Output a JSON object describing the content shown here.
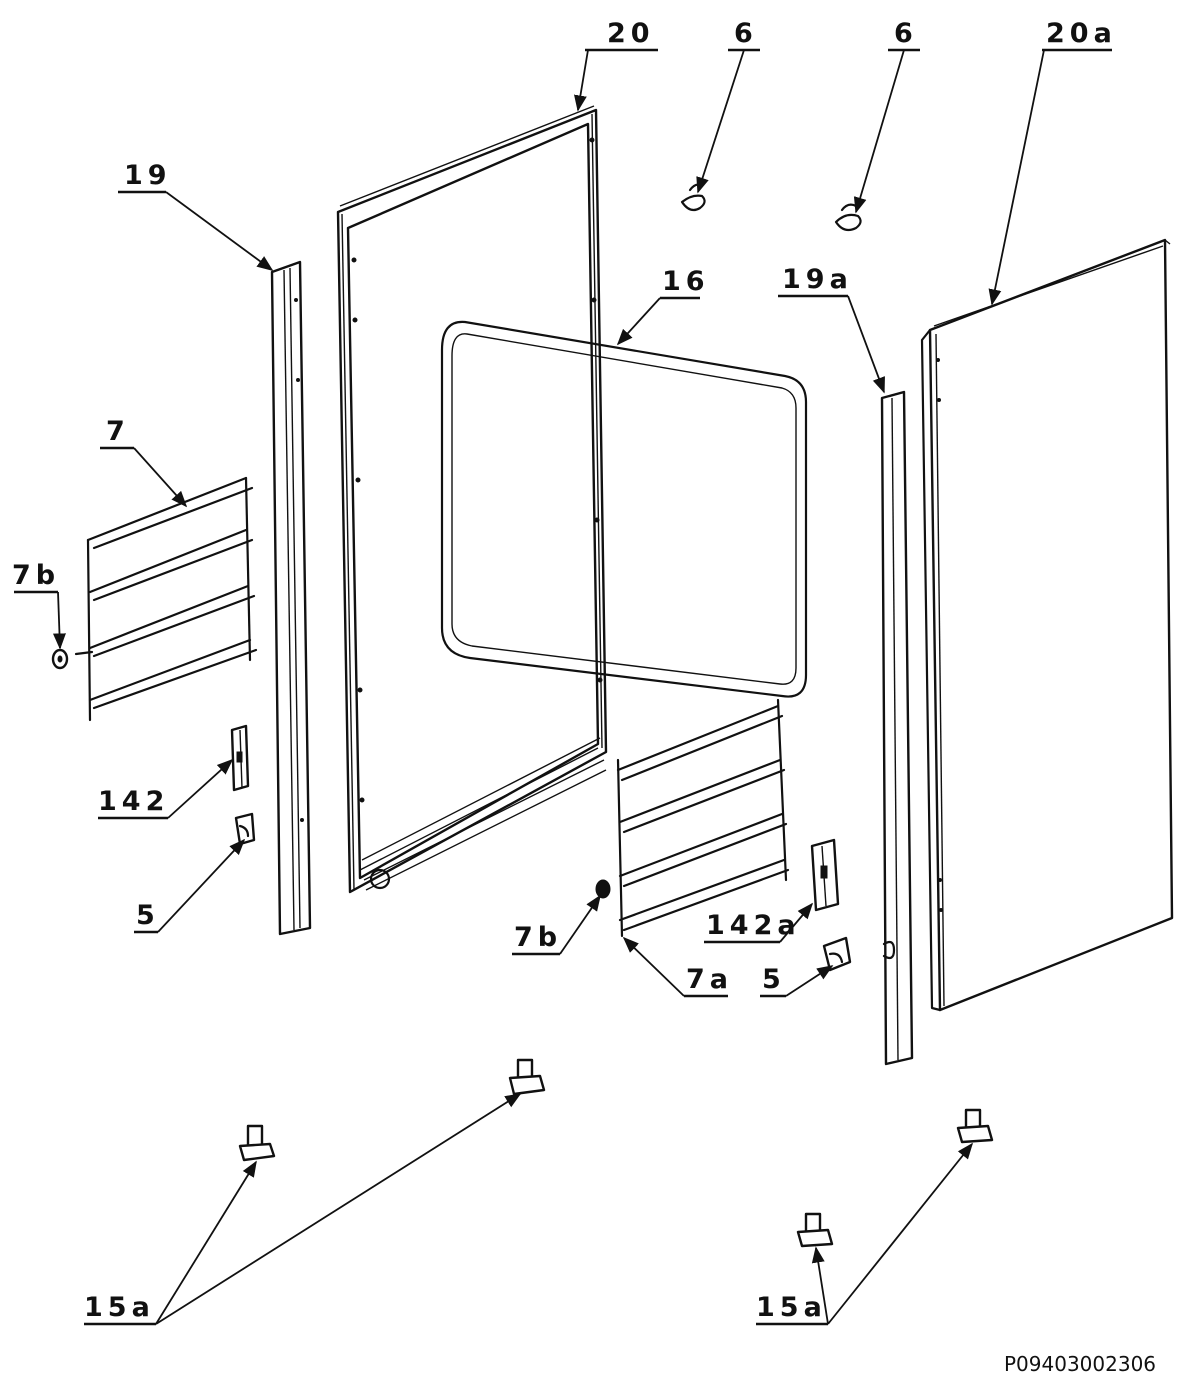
{
  "callouts": {
    "part_20": "20",
    "part_6_left": "6",
    "part_6_right": "6",
    "part_20a": "20a",
    "part_19": "19",
    "part_16": "16",
    "part_19a": "19a",
    "part_7": "7",
    "part_7b_left": "7b",
    "part_142": "142",
    "part_5_left": "5",
    "part_7b_center": "7b",
    "part_142a": "142a",
    "part_7a": "7a",
    "part_5_right": "5",
    "part_15a_left": "15a",
    "part_15a_right": "15a"
  },
  "document_code": "P09403002306"
}
